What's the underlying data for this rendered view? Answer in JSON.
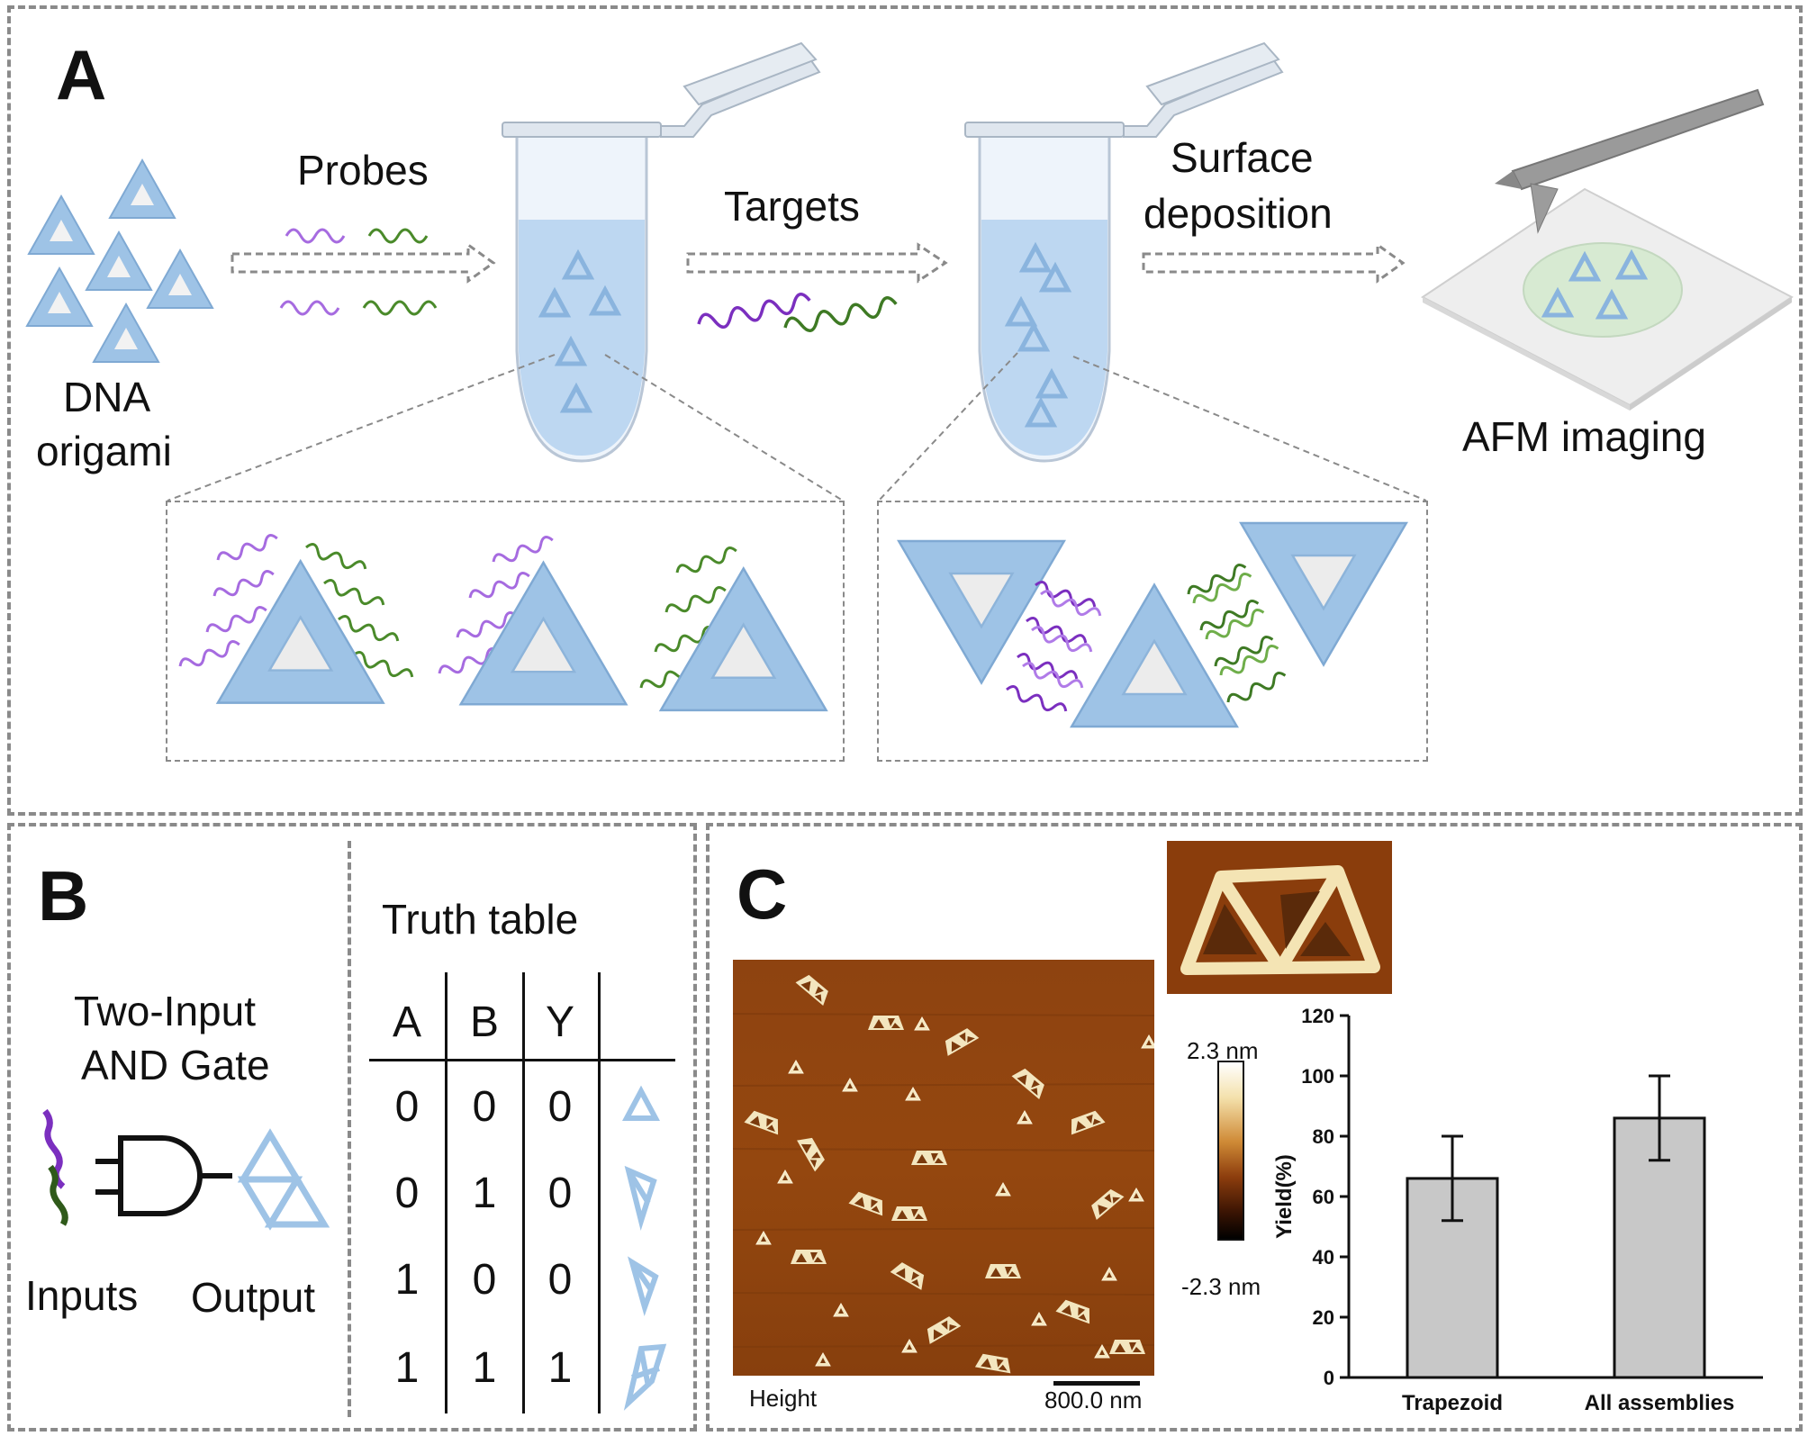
{
  "panel_a": {
    "letter": "A",
    "dna_origami_line1": "DNA",
    "dna_origami_line2": "origami",
    "probes_label": "Probes",
    "targets_label": "Targets",
    "surface_line1": "Surface",
    "surface_line2": "deposition",
    "afm_label": "AFM imaging"
  },
  "panel_b": {
    "letter": "B",
    "gate_line1": "Two-Input",
    "gate_line2": "AND Gate",
    "inputs_label": "Inputs",
    "output_label": "Output",
    "truth_title": "Truth table",
    "headers": [
      "A",
      "B",
      "Y"
    ],
    "rows": [
      [
        "0",
        "0",
        "0"
      ],
      [
        "0",
        "1",
        "0"
      ],
      [
        "1",
        "0",
        "0"
      ],
      [
        "1",
        "1",
        "1"
      ]
    ]
  },
  "panel_c": {
    "letter": "C",
    "afm_height_label": "Height",
    "scale_bar_label": "800.0 nm",
    "colorbar_max": "2.3 nm",
    "colorbar_min": "-2.3 nm"
  },
  "chart_data": {
    "type": "bar",
    "categories": [
      "Trapezoid",
      "All assemblies"
    ],
    "values": [
      66,
      86
    ],
    "errors": [
      14,
      14
    ],
    "ylabel": "Yield(%)",
    "ylim": [
      0,
      120
    ],
    "yticks": [
      "0",
      "20",
      "40",
      "60",
      "80",
      "100",
      "120"
    ],
    "bar_color": "#c8c8c8"
  },
  "colors": {
    "origami_blue": "#9ec3e6",
    "probe_purple": "#9b59d6",
    "probe_green": "#4a8a2a",
    "panel_border": "#8a8a8a"
  }
}
